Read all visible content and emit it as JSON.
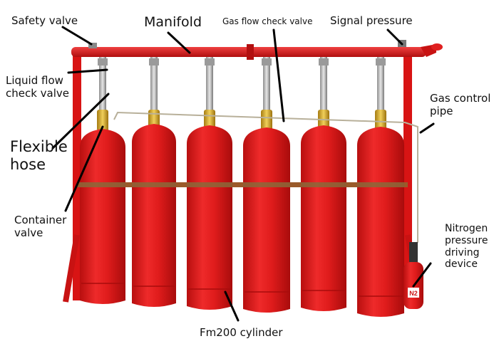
{
  "labels": {
    "safety_valve": "Safety valve",
    "manifold": "Manifold",
    "gas_flow_check_valve": "Gas flow check valve",
    "signal_pressure": "Signal pressure",
    "liquid_flow_check_valve": "Liquid flow\ncheck valve",
    "gas_control_pipe": "Gas control\npipe",
    "flexible_hose": "Flexible\nhose",
    "container_valve": "Container\nvalve",
    "nitrogen_device": "Nitrogen\npressure\ndriving\ndevice",
    "fm200_cylinder": "Fm200 cylinder",
    "nitrogen_badge": "N2"
  },
  "colors": {
    "cylinder_red": "#e41b1b",
    "frame_red": "#d81414",
    "brass": "#d4a82a",
    "hose_silver": "#b8b8b8",
    "band": "#8a6a3a",
    "leader": "#000000"
  }
}
